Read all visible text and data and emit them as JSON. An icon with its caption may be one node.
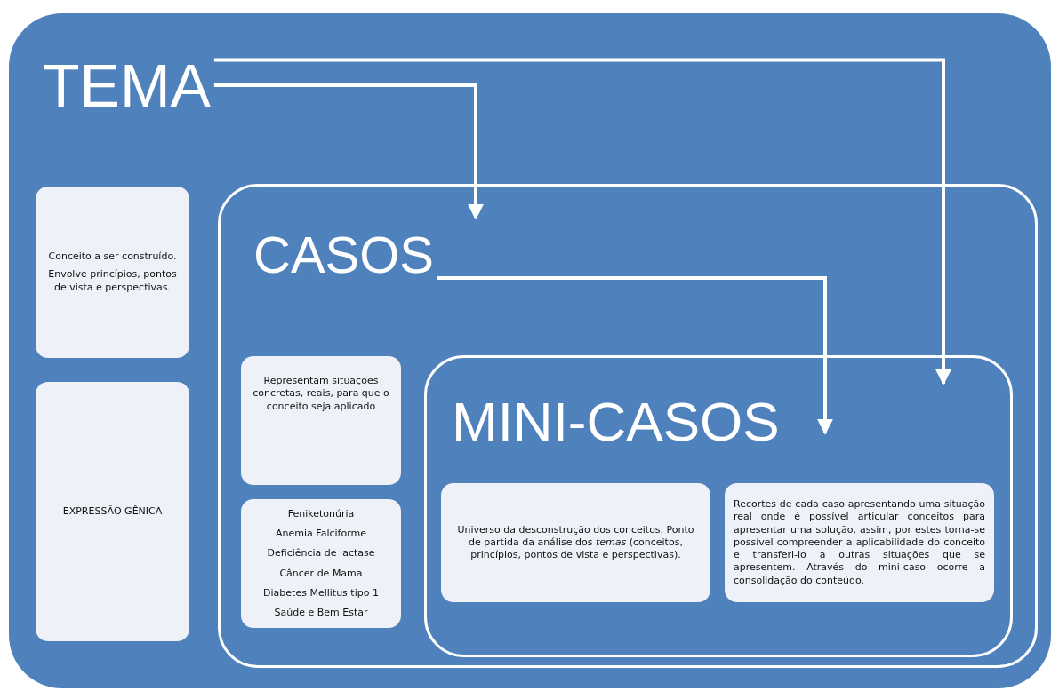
{
  "diagram": {
    "nodes": [
      {
        "text": [],
        "shape": "box"
      },
      {
        "text": [
          "TEMA"
        ],
        "in": 0
      },
      {
        "text": [
          "Conceito a ser construído.",
          "Envolve princípios, pontos de vista e perspectivas."
        ],
        "in": 0
      },
      {
        "text": [
          "EXPRESSÃO GÊNICA"
        ],
        "in": 0
      },
      {
        "text": [],
        "shape": "box",
        "in": 0
      },
      {
        "text": [
          "CASOS"
        ],
        "in": 4
      },
      {
        "text": [
          "Representam situações concretas, reais, para que o conceito seja aplicado"
        ],
        "in": 4
      },
      {
        "text": [
          "Feniketonúria",
          "Anemia Falciforme",
          "Deficiência de lactase",
          "Câncer de Mama",
          "Diabetes Mellitus tipo 1",
          "Saúde e Bem Estar"
        ],
        "in": 4
      },
      {
        "text": [],
        "shape": "box",
        "in": 4
      },
      {
        "text": [
          "MINI-CASOS"
        ],
        "in": 8
      },
      {
        "text": [
          "Universo da desconstrução dos conceitos. Ponto de partida da análise dos *temas* (conceitos, princípios, pontos de vista e perspectivas)."
        ],
        "in": 8
      },
      {
        "text": [
          "Recortes de cada caso apresentando uma situação real onde é possível articular conceitos para apresentar uma solução, assim, por estes torna-se possível compreender a aplicabilidade do conceito e transferi-lo a outras situações que se apresentem. Através do mini-caso ocorre a consolidação do conteúdo."
        ],
        "in": 8
      }
    ],
    "edges": [
      {
        "from": 1,
        "to": 4,
        "arrow": "to"
      },
      {
        "from": 1,
        "to": 8,
        "arrow": "to"
      },
      {
        "from": 5,
        "to": 9,
        "arrow": "to"
      }
    ]
  }
}
